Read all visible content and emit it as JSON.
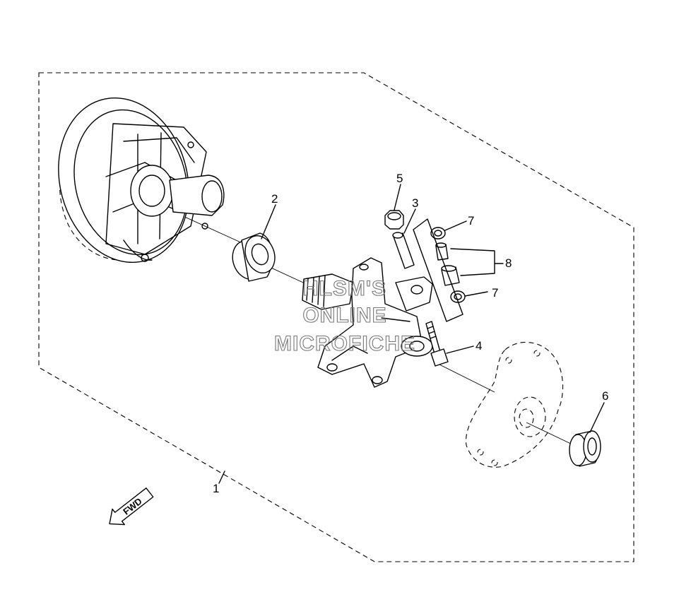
{
  "diagram": {
    "callouts": [
      {
        "id": "1",
        "label": "1"
      },
      {
        "id": "2",
        "label": "2"
      },
      {
        "id": "3",
        "label": "3"
      },
      {
        "id": "4",
        "label": "4"
      },
      {
        "id": "5",
        "label": "5"
      },
      {
        "id": "6",
        "label": "6"
      },
      {
        "id": "7a",
        "label": "7"
      },
      {
        "id": "7b",
        "label": "7"
      },
      {
        "id": "8",
        "label": "8"
      }
    ],
    "direction_arrow": {
      "label": "FWD",
      "icon": "fwd-arrow-icon"
    },
    "watermark": {
      "lines": [
        "HLSM'S",
        "ONLINE",
        "MICROFICHE"
      ],
      "color": "#777777"
    }
  }
}
